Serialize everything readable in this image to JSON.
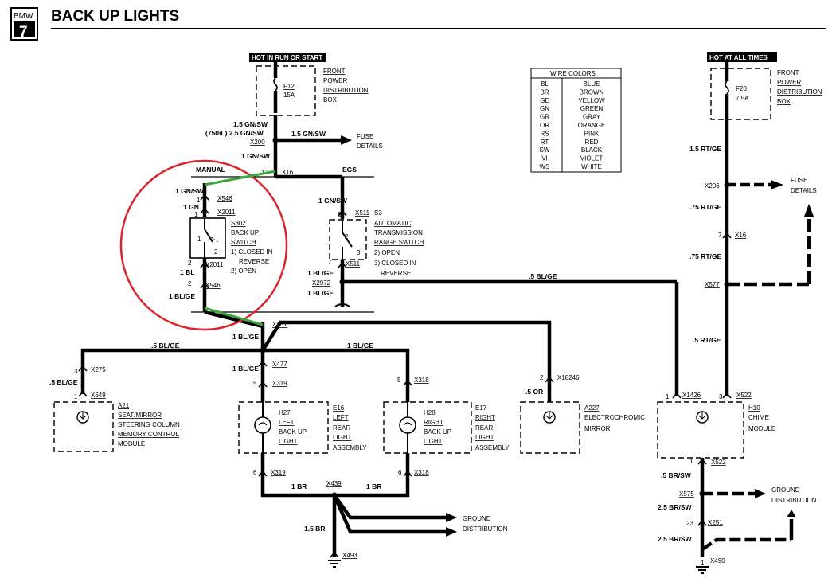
{
  "header": {
    "logo_top": "BMW",
    "logo_bottom": "7",
    "title": "BACK UP LIGHTS"
  },
  "supplies": {
    "run_start": "HOT IN RUN OR START",
    "always": "HOT AT ALL TIMES"
  },
  "fuses": {
    "f12": {
      "id": "F12",
      "rating": "15A",
      "box_lines": [
        "FRONT",
        "POWER",
        "DISTRIBUTION",
        "BOX"
      ]
    },
    "f20": {
      "id": "F20",
      "rating": "7.5A",
      "box_lines": [
        "FRONT",
        "POWER",
        "DISTRIBUTION",
        "BOX"
      ]
    }
  },
  "wire_colors": {
    "title": "WIRE COLORS",
    "codes": [
      "BL",
      "BR",
      "GE",
      "GN",
      "GR",
      "OR",
      "RS",
      "RT",
      "SW",
      "VI",
      "WS"
    ],
    "names": [
      "BLUE",
      "BROWN",
      "YELLOW",
      "GREEN",
      "GRAY",
      "ORANGE",
      "PINK",
      "RED",
      "BLACK",
      "VIOLET",
      "WHITE"
    ]
  },
  "wires": {
    "gnsw_15": "1.5 GN/SW",
    "gnsw_25": "(750iL)  2.5 GN/SW",
    "gnsw_15_fuse": "1.5 GN/SW",
    "gnsw_1a": "1 GN/SW",
    "gnsw_1b": "1 GN/SW",
    "gnsw_1c": "1 GN/SW",
    "gn_1": "1 GN",
    "bl_1": "1 BL",
    "blge_1a": "1 BL/GE",
    "blge_1b": "1 BL/GE",
    "blge_1c": "1 BL/GE",
    "blge_1d": "1 BL/GE",
    "blge_1e": "1 BL/GE",
    "blge_1f": "1 BL/GE",
    "blge_5a": ".5 BL/GE",
    "blge_5b": ".5 BL/GE",
    "blge_5c": ".5 BL/GE",
    "or_5": ".5 OR",
    "rtge_15": "1.5 RT/GE",
    "rtge_75a": ".75 RT/GE",
    "rtge_75b": ".75 RT/GE",
    "rtge_5": ".5 RT/GE",
    "br_1a": "1 BR",
    "br_1b": "1 BR",
    "br_15": "1.5 BR",
    "brsw_5": ".5 BR/SW",
    "brsw_25a": "2.5 BR/SW",
    "brsw_25b": "2.5 BR/SW"
  },
  "connectors": {
    "x200": "X200",
    "x16a": "X16",
    "x16b": "X16",
    "x546a": "X546",
    "x546b": "X546",
    "x2011a": "X2011",
    "x2011b": "X2011",
    "x511a": "X511",
    "x511b": "X511",
    "x2972": "X2972",
    "x251a": "X251",
    "x251b": "X251",
    "x275": "X275",
    "x649": "X649",
    "x477": "X477",
    "x319a": "X319",
    "x319b": "X319",
    "x318a": "X318",
    "x318b": "X318",
    "x18246": "X18246",
    "x1426": "X1426",
    "x522a": "X522",
    "x522b": "X522",
    "x206": "X206",
    "x577": "X577",
    "x575": "X575",
    "x439": "X439",
    "x493": "X493",
    "x490": "X490"
  },
  "pins": {
    "p1a": "1",
    "p1b": "1",
    "p1c": "1",
    "p1d": "1",
    "p1e": "1",
    "p1f": "1",
    "p1g": "1",
    "p2a": "2",
    "p2b": "2",
    "p2c": "2",
    "p2d": "2",
    "p3a": "3",
    "p3b": "3",
    "p5a": "5",
    "p5b": "5",
    "p6a": "6",
    "p6b": "6",
    "p6c": "6",
    "p7a": "7",
    "p7b": "7",
    "p12": "12",
    "p23": "23"
  },
  "labels": {
    "manual": "MANUAL",
    "egs": "EGS",
    "s3": "S3"
  },
  "destinations": {
    "fuse_details_1": [
      "FUSE",
      "DETAILS"
    ],
    "fuse_details_2": [
      "FUSE",
      "DETAILS"
    ],
    "ground_1": [
      "GROUND",
      "DISTRIBUTION"
    ],
    "ground_2": [
      "GROUND",
      "DISTRIBUTION"
    ]
  },
  "components": {
    "s302": {
      "id": "S302",
      "lines": [
        "BACK UP",
        "SWITCH",
        "1) CLOSED IN",
        "REVERSE",
        "2) OPEN"
      ]
    },
    "s3": {
      "lines": [
        "AUTOMATIC",
        "TRANSMISSION",
        "RANGE SWITCH",
        "2) OPEN",
        "3) CLOSED IN",
        "REVERSE"
      ]
    },
    "a21": {
      "id": "A21",
      "lines": [
        "SEAT/MIRROR",
        "STEERING COLUMN",
        "MEMORY CONTROL",
        "MODULE"
      ]
    },
    "h27": {
      "id": "H27",
      "lines": [
        "LEFT",
        "BACK UP",
        "LIGHT"
      ]
    },
    "e16": {
      "id": "E16",
      "lines": [
        "LEFT",
        "REAR",
        "LIGHT",
        "ASSEMBLY"
      ]
    },
    "h28": {
      "id": "H28",
      "lines": [
        "RIGHT",
        "BACK UP",
        "LIGHT"
      ]
    },
    "e17": {
      "id": "E17",
      "lines": [
        "RIGHT",
        "REAR",
        "LIGHT",
        "ASSEMBLY"
      ]
    },
    "a227": {
      "id": "A227",
      "lines": [
        "ELECTROCHROMIC",
        "MIRROR"
      ]
    },
    "h10": {
      "id": "H10",
      "lines": [
        "CHIME",
        "MODULE"
      ]
    }
  },
  "colors": {
    "annotation_circle": "#d9262c",
    "annotation_lines": "#3aa63a"
  }
}
